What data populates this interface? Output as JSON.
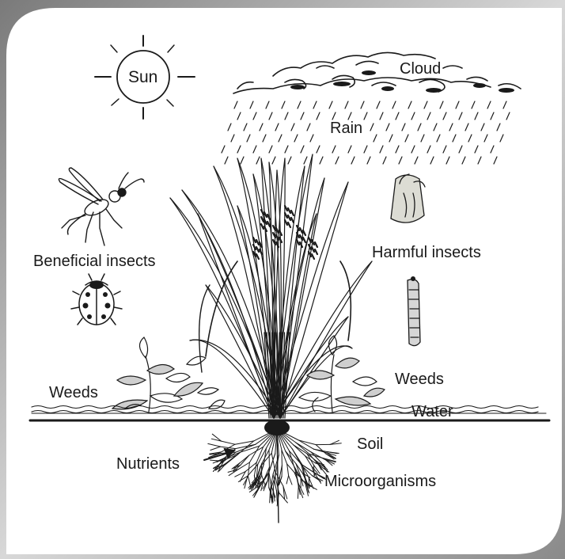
{
  "labels": {
    "sun": "Sun",
    "cloud": "Cloud",
    "rain": "Rain",
    "beneficial_insects": "Beneficial insects",
    "harmful_insects": "Harmful insects",
    "weeds_left": "Weeds",
    "weeds_right": "Weeds",
    "water": "Water",
    "soil": "Soil",
    "nutrients": "Nutrients",
    "microorganisms": "Microorganisms"
  },
  "colors": {
    "ink": "#1a1a1a",
    "frame_shadow": "#9a9a9a",
    "background": "#ffffff"
  },
  "icons": [
    "sun-icon",
    "cloud-icon",
    "rain-icon",
    "wasp-icon",
    "ladybug-icon",
    "moth-icon",
    "caterpillar-icon",
    "rice-plant-icon",
    "weed-icon",
    "roots-icon",
    "arrow-icon"
  ]
}
